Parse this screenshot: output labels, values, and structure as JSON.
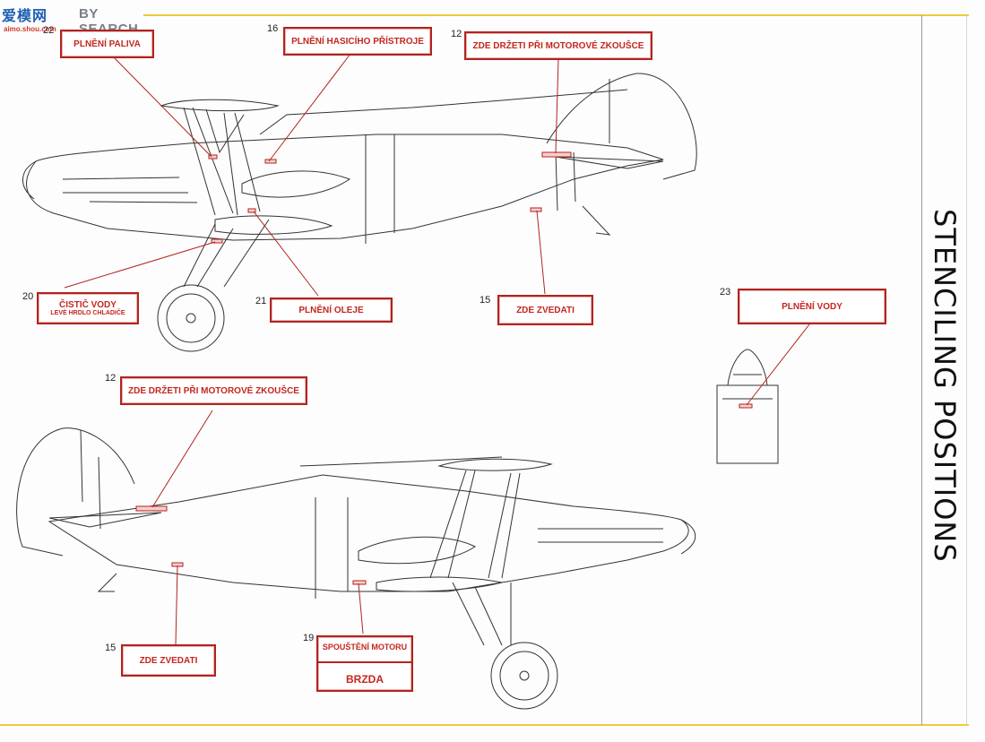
{
  "watermark": {
    "logo": "爱模网",
    "text": "BY SEARCH",
    "url": "aimo.shou.com"
  },
  "title": "STENCILING POSITIONS",
  "callouts": [
    {
      "id": "c22",
      "number": "22",
      "label": "PLNĚNÍ PALIVA"
    },
    {
      "id": "c16",
      "number": "16",
      "label": "PLNĚNÍ HASICÍHO PŘÍSTROJE"
    },
    {
      "id": "c12a",
      "number": "12",
      "label": "ZDE DRŽETI PŘI MOTOROVÉ ZKOUŠCE"
    },
    {
      "id": "c20",
      "number": "20",
      "label": "ČISTIČ VODY",
      "sublabel": "LEVÉ HRDLO CHLADIČE"
    },
    {
      "id": "c21",
      "number": "21",
      "label": "PLNĚNÍ OLEJE"
    },
    {
      "id": "c15a",
      "number": "15",
      "label": "ZDE ZVEDATI"
    },
    {
      "id": "c23",
      "number": "23",
      "label": "PLNĚNÍ VODY"
    },
    {
      "id": "c12b",
      "number": "12",
      "label": "ZDE DRŽETI PŘI MOTOROVÉ ZKOUŠCE"
    },
    {
      "id": "c15b",
      "number": "15",
      "label": "ZDE ZVEDATI"
    },
    {
      "id": "c19",
      "number": "19",
      "label": "SPOUŠTĚNÍ MOTORU",
      "sublabel": "BRZDA"
    }
  ],
  "colors": {
    "accent": "#b2231f",
    "frame": "#f0c93a",
    "line": "#333333"
  }
}
